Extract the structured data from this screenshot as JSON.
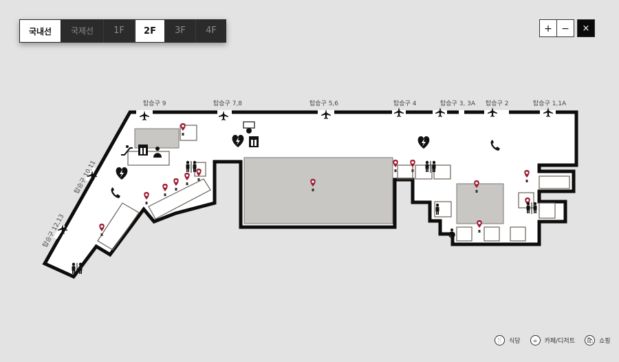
{
  "tabs": [
    {
      "label": "국내선",
      "active": true
    },
    {
      "label": "국제선",
      "active": false
    },
    {
      "label": "1F",
      "active": false
    },
    {
      "label": "2F",
      "active": true
    },
    {
      "label": "3F",
      "active": false
    },
    {
      "label": "4F",
      "active": false
    }
  ],
  "zoom": {
    "plus": "+",
    "minus": "−",
    "close": "×"
  },
  "gates": [
    {
      "label": "탑승구 9"
    },
    {
      "label": "탑승구 7,8"
    },
    {
      "label": "탑승구 5,6"
    },
    {
      "label": "탑승구 4"
    },
    {
      "label": "탑승구 3, 3A"
    },
    {
      "label": "탑승구 2"
    },
    {
      "label": "탑승구 1,1A"
    },
    {
      "label": "탑승구 10,11"
    },
    {
      "label": "탑승구 12,13"
    }
  ],
  "legend": [
    {
      "icon": "restaurant-icon",
      "label": "식당"
    },
    {
      "icon": "cafe-icon",
      "label": "카페/디저트"
    },
    {
      "icon": "shopping-icon",
      "label": "쇼핑"
    }
  ],
  "colors": {
    "wall": "#0d0d0d",
    "floor": "#ffffff",
    "block": "#c8c7c4",
    "pin": "#9b1b30",
    "background": "#e3e3e3"
  }
}
